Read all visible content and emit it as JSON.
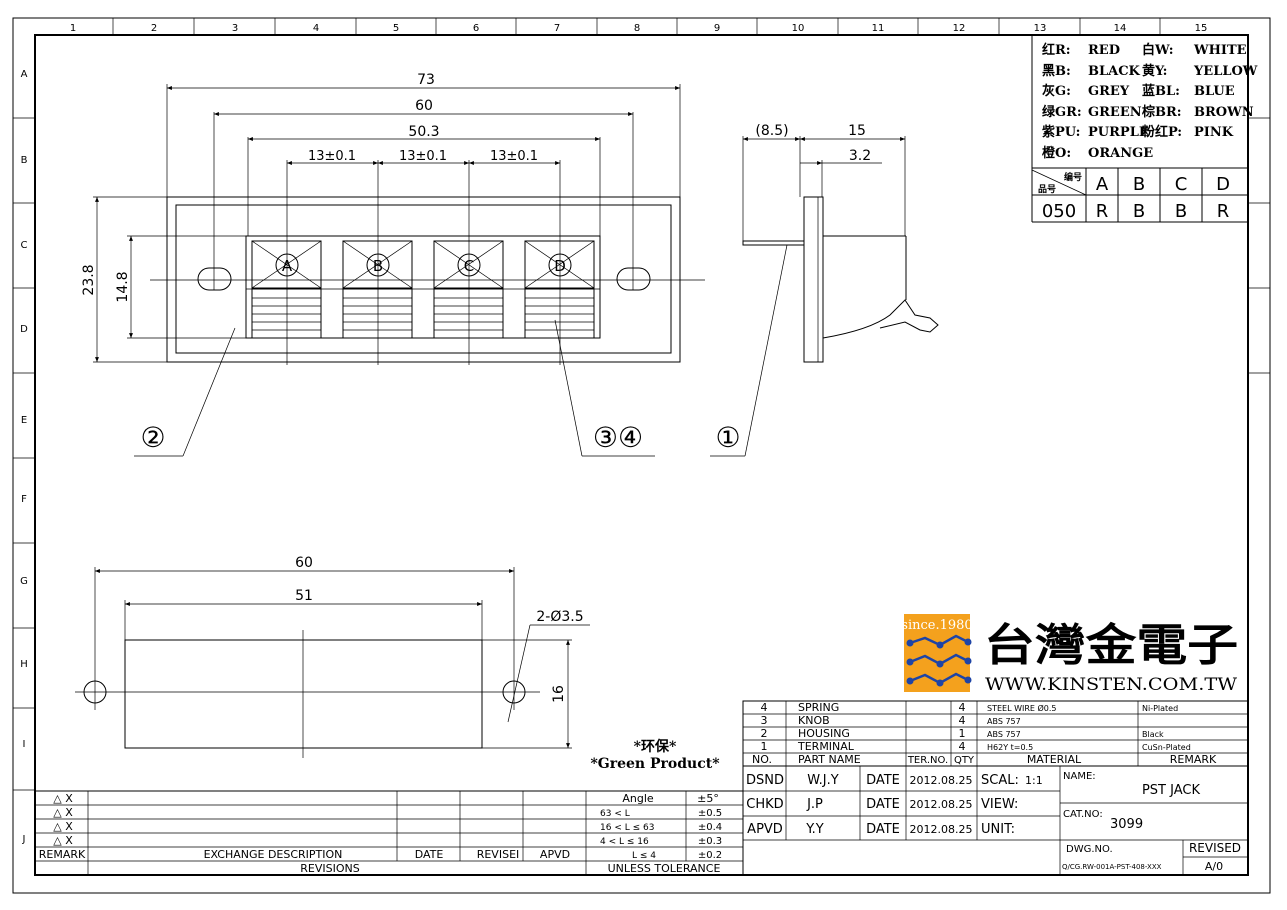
{
  "grid": {
    "cols": [
      "1",
      "2",
      "3",
      "4",
      "5",
      "6",
      "7",
      "8",
      "9",
      "10",
      "11",
      "12",
      "13",
      "14",
      "15"
    ],
    "rows": [
      "A",
      "B",
      "C",
      "D",
      "E",
      "F",
      "G",
      "H",
      "I",
      "J"
    ]
  },
  "color_legend": [
    {
      "code": "红R:",
      "name": "RED",
      "code2": "白W:",
      "name2": "WHITE"
    },
    {
      "code": "黑B:",
      "name": "BLACK",
      "code2": "黄Y:",
      "name2": "YELLOW"
    },
    {
      "code": "灰G:",
      "name": "GREY",
      "code2": "蓝BL:",
      "name2": "BLUE"
    },
    {
      "code": "绿GR:",
      "name": "GREEN",
      "code2": "棕BR:",
      "name2": "BROWN"
    },
    {
      "code": "紫PU:",
      "name": "PURPLE",
      "code2": "粉红P:",
      "name2": "PINK"
    },
    {
      "code": "橙O:",
      "name": "ORANGE",
      "code2": "",
      "name2": ""
    }
  ],
  "color_table": {
    "hdr_top": "编号",
    "hdr_bottom": "品号",
    "cols": [
      "A",
      "B",
      "C",
      "D"
    ],
    "row_label": "050",
    "values": [
      "R",
      "B",
      "B",
      "R"
    ]
  },
  "dims_front": {
    "d73": "73",
    "d60": "60",
    "d503": "50.3",
    "pitch1": "13±0.1",
    "pitch2": "13±0.1",
    "pitch3": "13±0.1",
    "h238": "23.8",
    "h148": "14.8"
  },
  "keys": [
    "A",
    "B",
    "C",
    "D"
  ],
  "callouts": {
    "c2": "②",
    "c34": "③④",
    "c1": "①"
  },
  "dims_side": {
    "d85": "(8.5)",
    "d15": "15",
    "d32": "3.2"
  },
  "dims_bottom": {
    "d60": "60",
    "d51": "51",
    "hole": "2-Ø3.5",
    "h16": "16"
  },
  "eco": {
    "line1": "*环保*",
    "line2": "*Green Product*"
  },
  "company": {
    "since": "since.1980",
    "name": "台灣金電子",
    "url": "WWW.KINSTEN.COM.TW"
  },
  "bom": [
    {
      "no": "4",
      "part": "SPRING",
      "qty": "4",
      "material": "STEEL WIRE Ø0.5",
      "remark": "Ni-Plated"
    },
    {
      "no": "3",
      "part": "KNOB",
      "qty": "4",
      "material": "ABS 757",
      "remark": ""
    },
    {
      "no": "2",
      "part": "HOUSING",
      "qty": "1",
      "material": "ABS 757",
      "remark": "Black"
    },
    {
      "no": "1",
      "part": "TERMINAL",
      "qty": "4",
      "material": "H62Y t=0.5",
      "remark": "CuSn-Plated"
    }
  ],
  "bom_headers": {
    "no": "NO.",
    "part": "PART NAME",
    "ter": "TER.NO.",
    "qty": "QTY",
    "material": "MATERIAL",
    "remark": "REMARK"
  },
  "title_block": {
    "dsnd": "DSND",
    "dsnd_name": "W.J.Y",
    "chkd": "CHKD",
    "chkd_name": "J.P",
    "apvd": "APVD",
    "apvd_name": "Y.Y",
    "date_label": "DATE",
    "date": "2012.08.25",
    "scale_label": "SCAL:",
    "scale": "1:1",
    "view_label": "VIEW:",
    "unit_label": "UNIT:",
    "name_label": "NAME:",
    "name": "PST JACK",
    "cat_label": "CAT.NO:",
    "cat": "3099",
    "dwg_label": "DWG.NO.",
    "dwg": "Q/CG.RW-001A-PST-408-XXX",
    "revised_label": "REVISED",
    "revised": "A/0"
  },
  "revisions": {
    "rows": [
      "△ X",
      "△ X",
      "△ X",
      "△ X"
    ],
    "remark": "REMARK",
    "exchange": "EXCHANGE DESCRIPTION",
    "date": "DATE",
    "revised": "REVISEI",
    "apvd": "APVD",
    "title": "REVISIONS"
  },
  "tolerance": {
    "angle_label": "Angle",
    "angle": "±5°",
    "rows": [
      {
        "range": "63 < L",
        "tol": "±0.5"
      },
      {
        "range": "16 < L ≤ 63",
        "tol": "±0.4"
      },
      {
        "range": "4 < L ≤ 16",
        "tol": "±0.3"
      },
      {
        "range": "L ≤ 4",
        "tol": "±0.2"
      }
    ],
    "title": "UNLESS TOLERANCE"
  }
}
